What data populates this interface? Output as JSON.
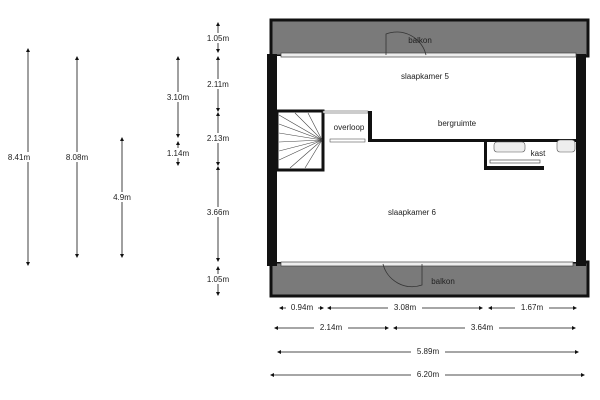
{
  "rooms": {
    "balkon_top": "balkon",
    "slaapkamer5": "slaapkamer 5",
    "overloop": "overloop",
    "bergruimte": "bergruimte",
    "kast": "kast",
    "slaapkamer6": "slaapkamer 6",
    "balkon_bottom": "balkon"
  },
  "vertical_dims": {
    "total1": "8.41m",
    "total2": "8.08m",
    "lower": "4.9m",
    "upper": "3.10m",
    "mid": "1.14m",
    "seg": [
      "1.05m",
      "2.11m",
      "2.13m",
      "3.66m",
      "1.05m"
    ]
  },
  "horizontal_dims": {
    "row1": [
      "0.94m",
      "3.08m",
      "1.67m"
    ],
    "row2": [
      "2.14m",
      "3.64m"
    ],
    "row3": "5.89m",
    "row4": "6.20m"
  }
}
